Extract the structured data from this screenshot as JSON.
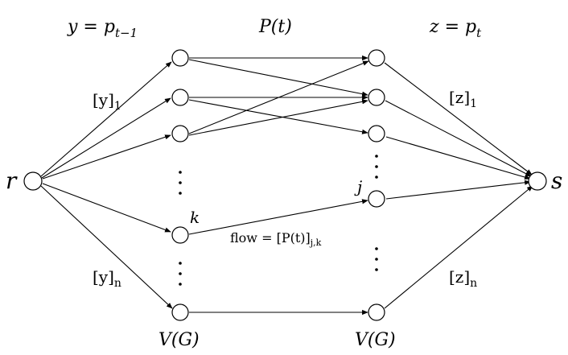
{
  "header": {
    "left": {
      "base": "y = p",
      "sub": "t−1"
    },
    "middle": "P(t)",
    "right": {
      "base": "z = p",
      "sub": "t"
    }
  },
  "nodes": {
    "source": "r",
    "sink": "s",
    "left_k": "k",
    "right_j": "j"
  },
  "edge_labels": {
    "y_first": {
      "base": "[y]",
      "sub": "1"
    },
    "y_last": {
      "base": "[y]",
      "sub": "n"
    },
    "z_first": {
      "base": "[z]",
      "sub": "1"
    },
    "z_last": {
      "base": "[z]",
      "sub": "n"
    },
    "flow": {
      "base": "flow = [P(t)]",
      "sub": "j,k"
    }
  },
  "footer": {
    "left": "V(G)",
    "right": "V(G)"
  }
}
